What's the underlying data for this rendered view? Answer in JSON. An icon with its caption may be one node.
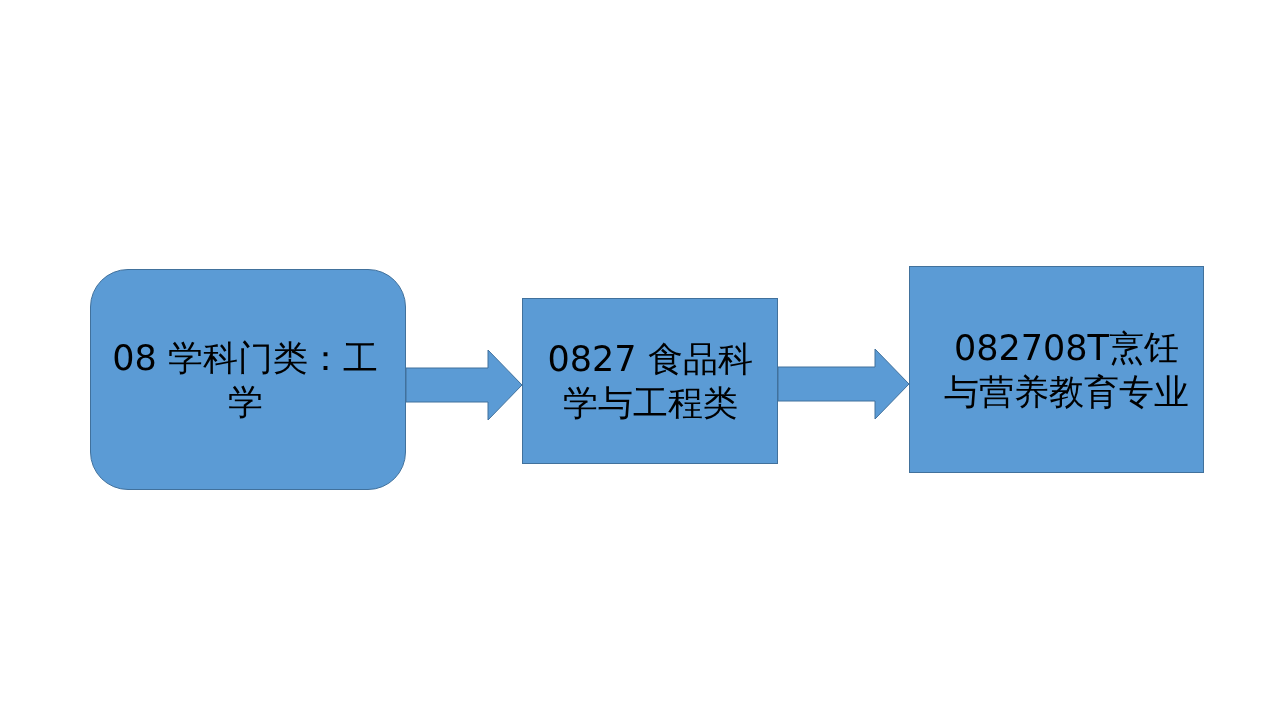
{
  "diagram": {
    "nodes": [
      {
        "text": [
          "08 学科门类：工学"
        ]
      },
      {
        "text": [
          "0827 食品科学与工程类"
        ]
      },
      {
        "text": [
          "082708T烹饪与营养教育专业"
        ]
      }
    ],
    "edges": [
      {
        "from": 0,
        "to": 1,
        "arrow": "to"
      },
      {
        "from": 1,
        "to": 2,
        "arrow": "to"
      }
    ]
  }
}
